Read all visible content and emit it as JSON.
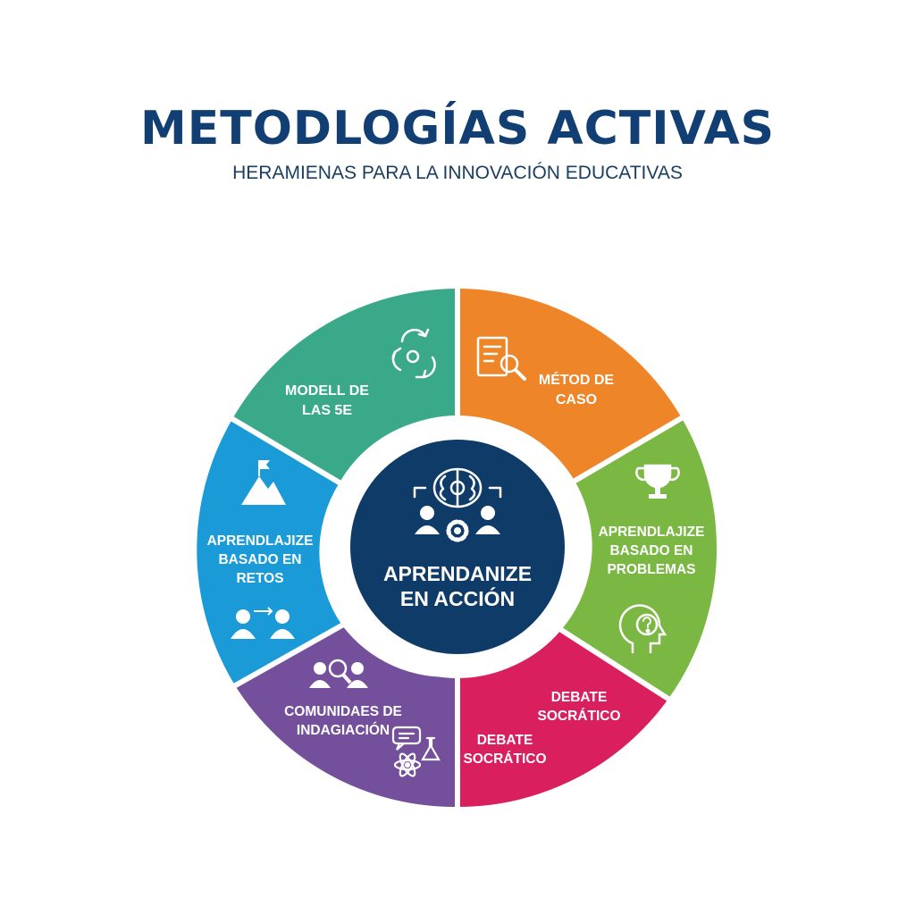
{
  "header": {
    "title": "METODLOGÍAS ACTIVAS",
    "subtitle": "HERAMIENAS PARA LA INNOVACIÓN EDUCATIVAS"
  },
  "center": {
    "line1": "APRENDANIZE",
    "line2": "EN ACCIÓN",
    "color": "#0e3b68",
    "icon": "brain-gear-people-icon"
  },
  "colors": {
    "teal": "#3aa98a",
    "orange": "#ee8629",
    "green": "#7ab843",
    "magenta": "#d91f5d",
    "purple": "#734f9c",
    "blue": "#1b9ad8"
  },
  "segments": {
    "modelo": {
      "line1": "MODELL DE",
      "line2": "LAS 5E",
      "icon": "cycle-arrows-icon"
    },
    "metodo": {
      "line1": "MÉTOD DE",
      "line2": "CASO",
      "icon": "document-search-icon"
    },
    "problemas": {
      "line1": "APRENDLAJIZE",
      "line2": "BASADO EN",
      "line3": "PROBLEMAS",
      "icon_top": "trophy-icon",
      "icon_bottom": "head-question-icon"
    },
    "debate": {
      "a_line1": "DEBATE",
      "a_line2": "SOCRÁTICO",
      "b_line1": "DEBATE",
      "b_line2": "SOCRÁTICO"
    },
    "comunidades": {
      "line1": "COMUNIDAES DE",
      "line2": "INDAGIACIÓN",
      "icon_top": "people-search-icon",
      "icon_bottom": "chat-atom-flask-icon"
    },
    "retos": {
      "line1": "APRENDLAJIZE",
      "line2": "BASADO EN",
      "line3": "RETOS",
      "icon_top": "mountain-flag-icon",
      "icon_bottom": "team-icon"
    }
  }
}
